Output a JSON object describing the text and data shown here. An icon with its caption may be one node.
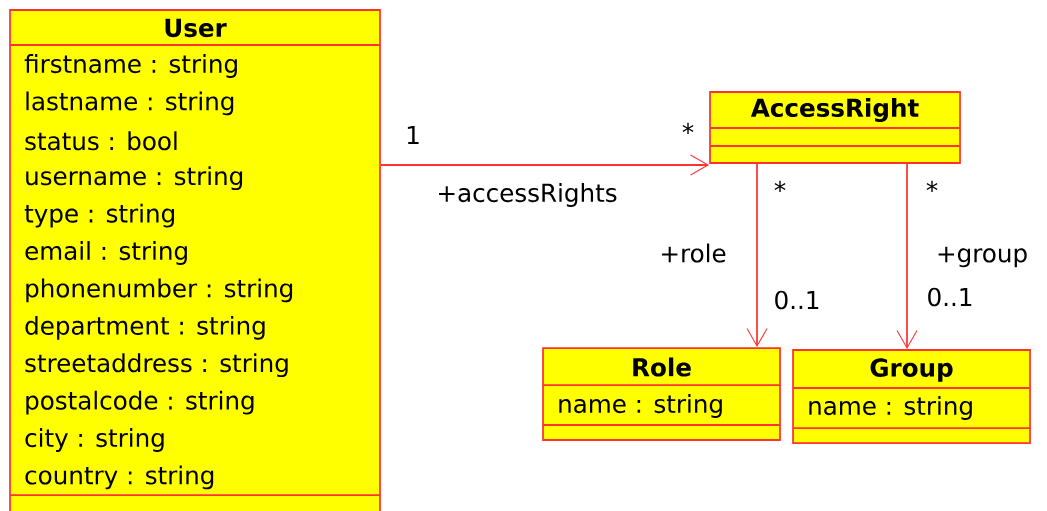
{
  "diagram": {
    "nodes": [
      {
        "text": [
          "User",
          "firstname : string",
          "lastname : string",
          "status : bool",
          "username : string",
          "type : string",
          "email : string",
          "phonenumber : string",
          "department : string",
          "streetaddress : string",
          "postalcode : string",
          "city : string",
          "country : string"
        ]
      },
      {
        "text": [
          "AccessRight"
        ]
      },
      {
        "text": [
          "Role",
          "name : string"
        ]
      },
      {
        "text": [
          "Group",
          "name : string"
        ]
      }
    ],
    "edges": [
      {
        "from": 0,
        "to": 1,
        "arrow": "to",
        "label": "+accessRights"
      },
      {
        "from": 1,
        "to": 2,
        "arrow": "to",
        "label": "+role"
      },
      {
        "from": 1,
        "to": 3,
        "arrow": "to",
        "label": "+group"
      }
    ],
    "labels": [
      "1",
      "*",
      "*",
      "*",
      "0..1",
      "0..1"
    ]
  }
}
